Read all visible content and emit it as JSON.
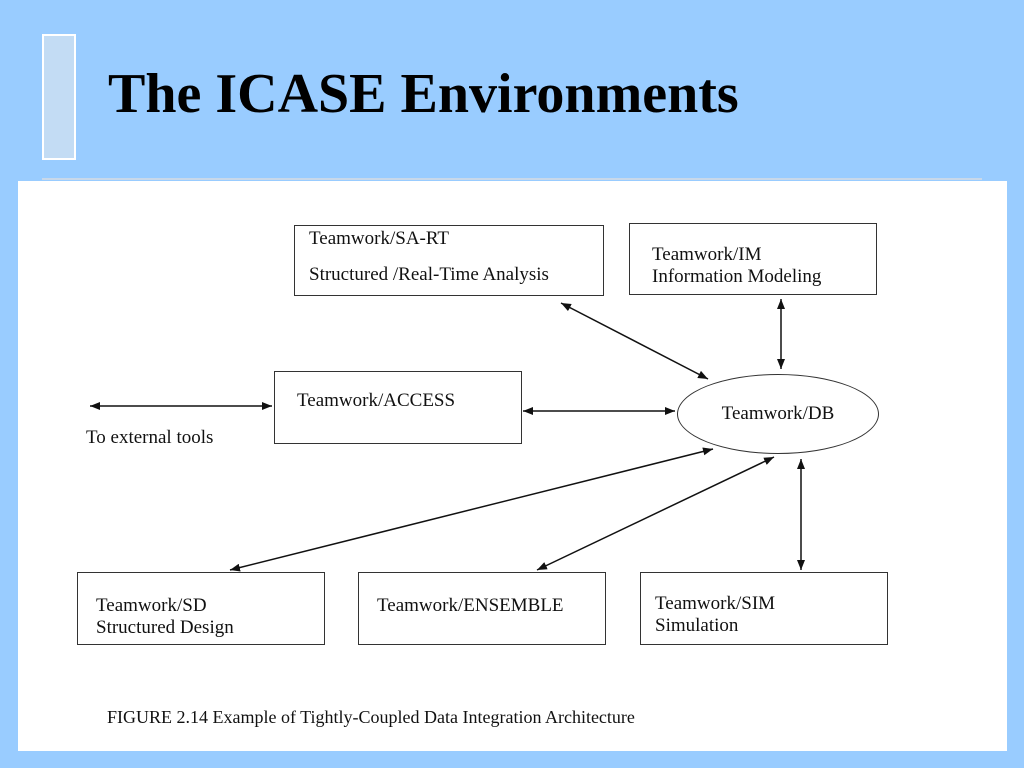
{
  "slide": {
    "title": "The ICASE Environments"
  },
  "diagram": {
    "hub": "Teamwork/DB",
    "nodes": {
      "sart": {
        "line1": "Teamwork/SA-RT",
        "line2": "Structured /Real-Time Analysis"
      },
      "im": {
        "line1": "Teamwork/IM",
        "line2": "Information Modeling"
      },
      "access": {
        "line1": "Teamwork/ACCESS"
      },
      "sd": {
        "line1": "Teamwork/SD",
        "line2": "Structured Design"
      },
      "ensemble": {
        "line1": "Teamwork/ENSEMBLE"
      },
      "sim": {
        "line1": "Teamwork/SIM",
        "line2": "Simulation"
      }
    },
    "external_label": "To external tools",
    "caption": "FIGURE 2.14  Example of Tightly-Coupled Data Integration Architecture",
    "edges": [
      {
        "from": "Teamwork/SA-RT",
        "to": "Teamwork/DB",
        "direction": "bidirectional"
      },
      {
        "from": "Teamwork/IM",
        "to": "Teamwork/DB",
        "direction": "bidirectional"
      },
      {
        "from": "Teamwork/ACCESS",
        "to": "Teamwork/DB",
        "direction": "bidirectional"
      },
      {
        "from": "Teamwork/ACCESS",
        "to": "To external tools",
        "direction": "bidirectional"
      },
      {
        "from": "Teamwork/DB",
        "to": "Teamwork/SD",
        "direction": "bidirectional"
      },
      {
        "from": "Teamwork/DB",
        "to": "Teamwork/ENSEMBLE",
        "direction": "bidirectional"
      },
      {
        "from": "Teamwork/DB",
        "to": "Teamwork/SIM",
        "direction": "bidirectional"
      }
    ]
  }
}
